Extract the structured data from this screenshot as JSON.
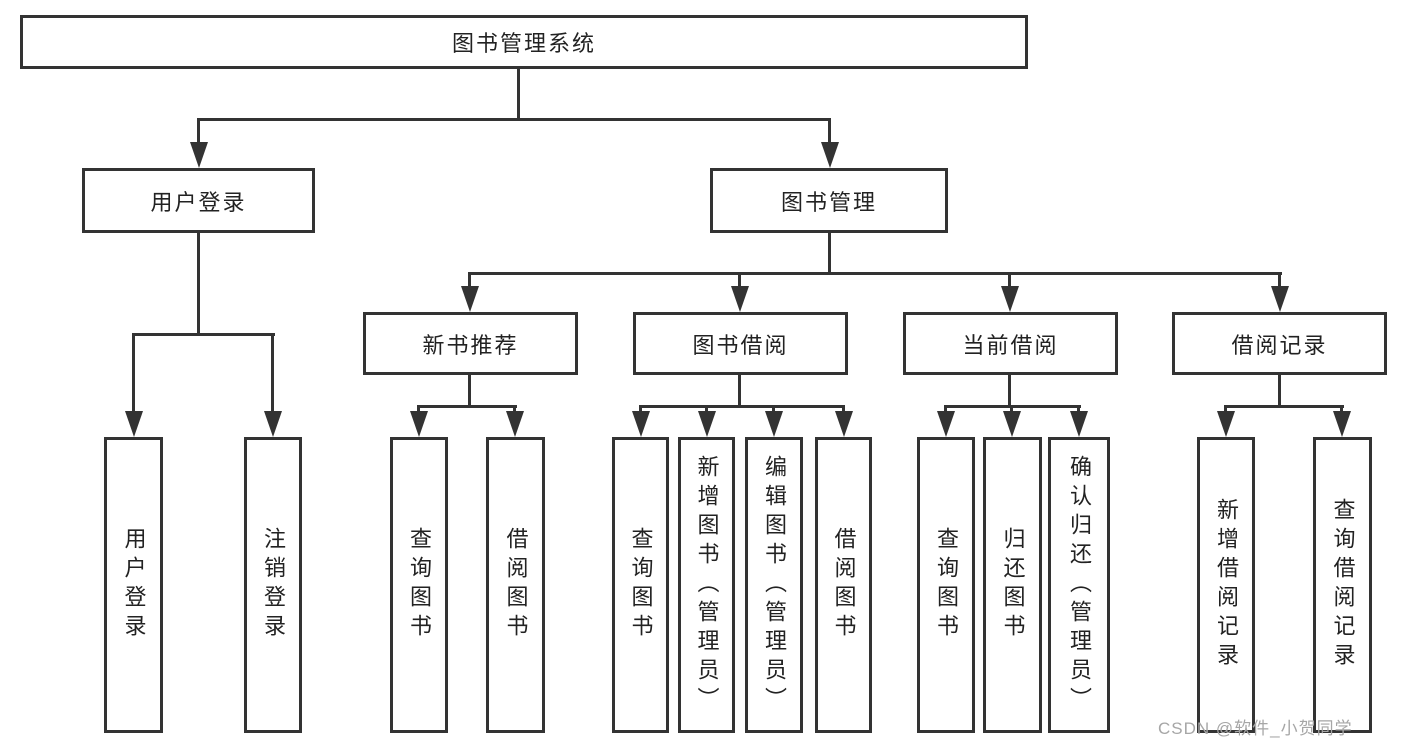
{
  "tree": {
    "root": {
      "label": "图书管理系统"
    },
    "children": [
      {
        "label": "用户登录",
        "children": [
          {
            "label": "用户登录"
          },
          {
            "label": "注销登录"
          }
        ]
      },
      {
        "label": "图书管理",
        "children": [
          {
            "label": "新书推荐",
            "children": [
              {
                "label": "查询图书"
              },
              {
                "label": "借阅图书"
              }
            ]
          },
          {
            "label": "图书借阅",
            "children": [
              {
                "label": "查询图书"
              },
              {
                "label": "新增图书（管理员）"
              },
              {
                "label": "编辑图书（管理员）"
              },
              {
                "label": "借阅图书"
              }
            ]
          },
          {
            "label": "当前借阅",
            "children": [
              {
                "label": "查询图书"
              },
              {
                "label": "归还图书"
              },
              {
                "label": "确认归还（管理员）"
              }
            ]
          },
          {
            "label": "借阅记录",
            "children": [
              {
                "label": "新增借阅记录"
              },
              {
                "label": "查询借阅记录"
              }
            ]
          }
        ]
      }
    ]
  },
  "watermark": {
    "text": "CSDN @软件_小贺同学"
  },
  "colors": {
    "line": "#333333",
    "text": "#222222",
    "watermark": "#a6a6a6",
    "background": "#ffffff"
  }
}
